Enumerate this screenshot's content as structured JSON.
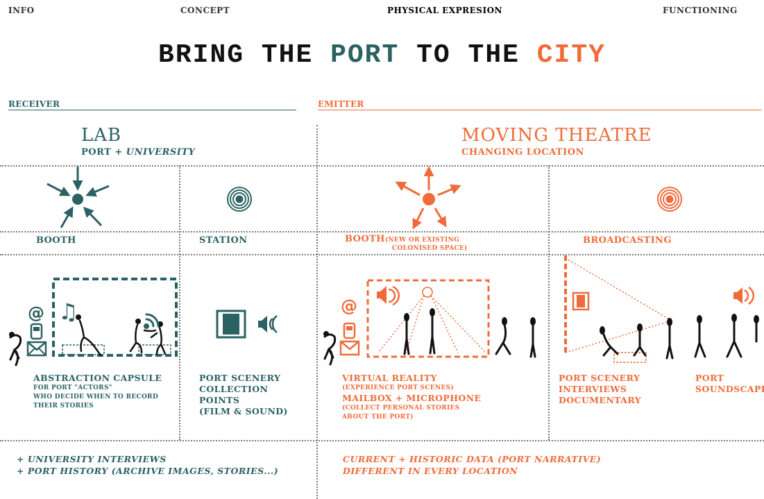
{
  "nav": {
    "items": [
      "INFO",
      "CONCEPT",
      "PHYSICAL EXPRESION",
      "FUNCTIONING"
    ],
    "active_index": 2
  },
  "title": {
    "part1": "BRING THE ",
    "port": "PORT",
    "part2": " TO THE ",
    "city": "CITY"
  },
  "colors": {
    "receiver": "#2b6163",
    "emitter": "#ef6c3a",
    "divider": "#777777"
  },
  "receiver": {
    "section_label": "RECEIVER",
    "heading": "LAB",
    "subheading_plain": "PORT + ",
    "subheading_italic": "UNIVERSITY",
    "booth": {
      "label": "BOOTH",
      "icon": "inward-arrows-dot-icon",
      "desc_title": "ABSTRACTION CAPSULE",
      "desc_lines": [
        "FOR PORT \"ACTORS\"",
        "WHO DECIDE WHEN TO RECORD",
        "THEIR STORIES"
      ]
    },
    "station": {
      "label": "STATION",
      "icon": "concentric-circles-icon",
      "desc_lines": [
        "PORT SCENERY",
        "COLLECTION",
        "POINTS",
        "(FILM & SOUND)"
      ]
    },
    "footer_lines": [
      "+ UNIVERSITY INTERVIEWS",
      "+ PORT HISTORY (ARCHIVE IMAGES, STORIES...)"
    ]
  },
  "emitter": {
    "section_label": "EMITTER",
    "heading": "MOVING THEATRE",
    "subheading": "CHANGING LOCATION",
    "booth": {
      "label": "BOOTH",
      "label_note_1": "(NEW OR EXISTING",
      "label_note_2": "COLONISED SPACE)",
      "icon": "outward-arrows-dot-icon",
      "desc_title": "VIRTUAL REALITY",
      "desc_note_1": "(EXPERIENCE PORT SCENES)",
      "desc_title_2": "MAILBOX + MICROPHONE",
      "desc_note_2": "(COLLECT PERSONAL STORIES",
      "desc_note_3": "ABOUT THE PORT)"
    },
    "broadcasting": {
      "label": "BROADCASTING",
      "icon": "concentric-circles-icon",
      "desc_lines": [
        "PORT SCENERY",
        "INTERVIEWS",
        "DOCUMENTARY"
      ],
      "desc2_lines": [
        "PORT",
        "SOUNDSCAPE"
      ]
    },
    "footer_lines": [
      "CURRENT + HISTORIC DATA (PORT NARRATIVE)",
      "DIFFERENT IN EVERY LOCATION"
    ]
  },
  "glyphs": {
    "at": "@",
    "note": "♫",
    "speaker": "◀)",
    "speaker_left": "◀("
  }
}
